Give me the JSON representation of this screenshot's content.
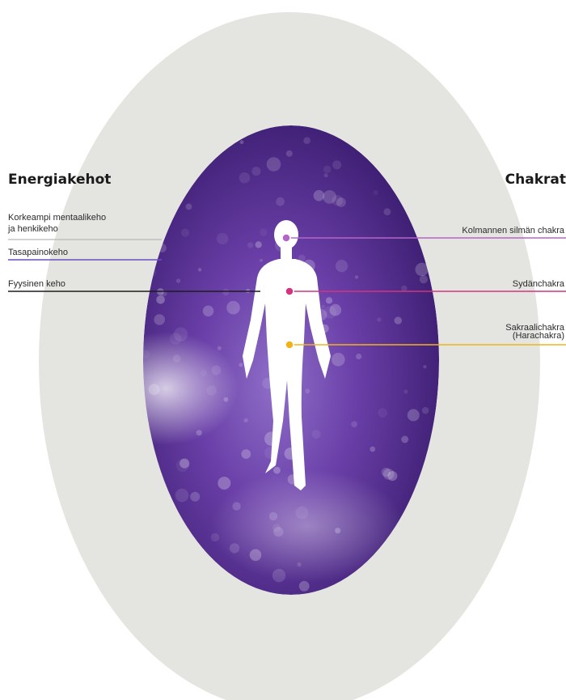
{
  "left": {
    "heading": "Energiakehot",
    "labels": {
      "higher": [
        "Korkeampi mentaalikeho",
        "ja henkikeho"
      ],
      "balance": "Tasapainokeho",
      "physical": "Fyysinen keho"
    }
  },
  "right": {
    "heading": "Chakrat",
    "labels": {
      "third_eye": "Kolmannen silmän chakra",
      "heart": "Sydänchakra",
      "sacral": [
        "Sakraalichakra",
        "(Harachakra)"
      ]
    }
  },
  "colors": {
    "outer_aura": "#e4e4e1",
    "inner_aura": "#5a2d94",
    "balance_line": "#6a4fc0",
    "physical_line": "#1c1c1c",
    "higher_line": "#b9b9b9",
    "third_eye": "#b366c6",
    "heart": "#d1357f",
    "sacral": "#f0b31b"
  },
  "icons": [
    "human-silhouette-icon"
  ]
}
